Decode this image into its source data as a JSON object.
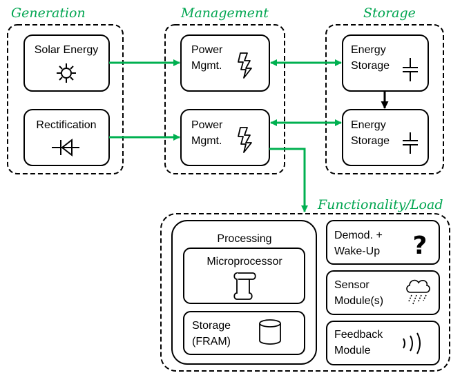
{
  "colors": {
    "group_title": "#00a550",
    "flow": "#00b050",
    "structure": "#000000"
  },
  "groups": {
    "generation": "Generation",
    "management": "Management",
    "storage": "Storage",
    "functionality": "Functionality/Load"
  },
  "generation": {
    "solar": {
      "label": "Solar Energy",
      "icon": "sun-icon"
    },
    "rectification": {
      "label": "Rectification",
      "icon": "diode-icon"
    }
  },
  "management": {
    "pm1": {
      "line1": "Power",
      "line2": "Mgmt.",
      "icon": "lightning-icon"
    },
    "pm2": {
      "line1": "Power",
      "line2": "Mgmt.",
      "icon": "lightning-icon"
    }
  },
  "storage": {
    "es1": {
      "line1": "Energy",
      "line2": "Storage",
      "icon": "capacitor-icon"
    },
    "es2": {
      "line1": "Energy",
      "line2": "Storage",
      "icon": "capacitor-icon"
    }
  },
  "load": {
    "processing": "Processing",
    "microprocessor": {
      "label": "Microprocessor",
      "icon": "scroll-icon"
    },
    "storage_fram": {
      "line1": "Storage",
      "line2": "(FRAM)",
      "icon": "database-icon"
    },
    "demod": {
      "line1": "Demod. +",
      "line2": "Wake-Up",
      "icon": "question-icon"
    },
    "sensor": {
      "line1": "Sensor",
      "line2": "Module(s)",
      "icon": "cloud-rain-icon"
    },
    "feedback": {
      "line1": "Feedback",
      "line2": "Module",
      "icon": "sound-waves-icon"
    }
  }
}
